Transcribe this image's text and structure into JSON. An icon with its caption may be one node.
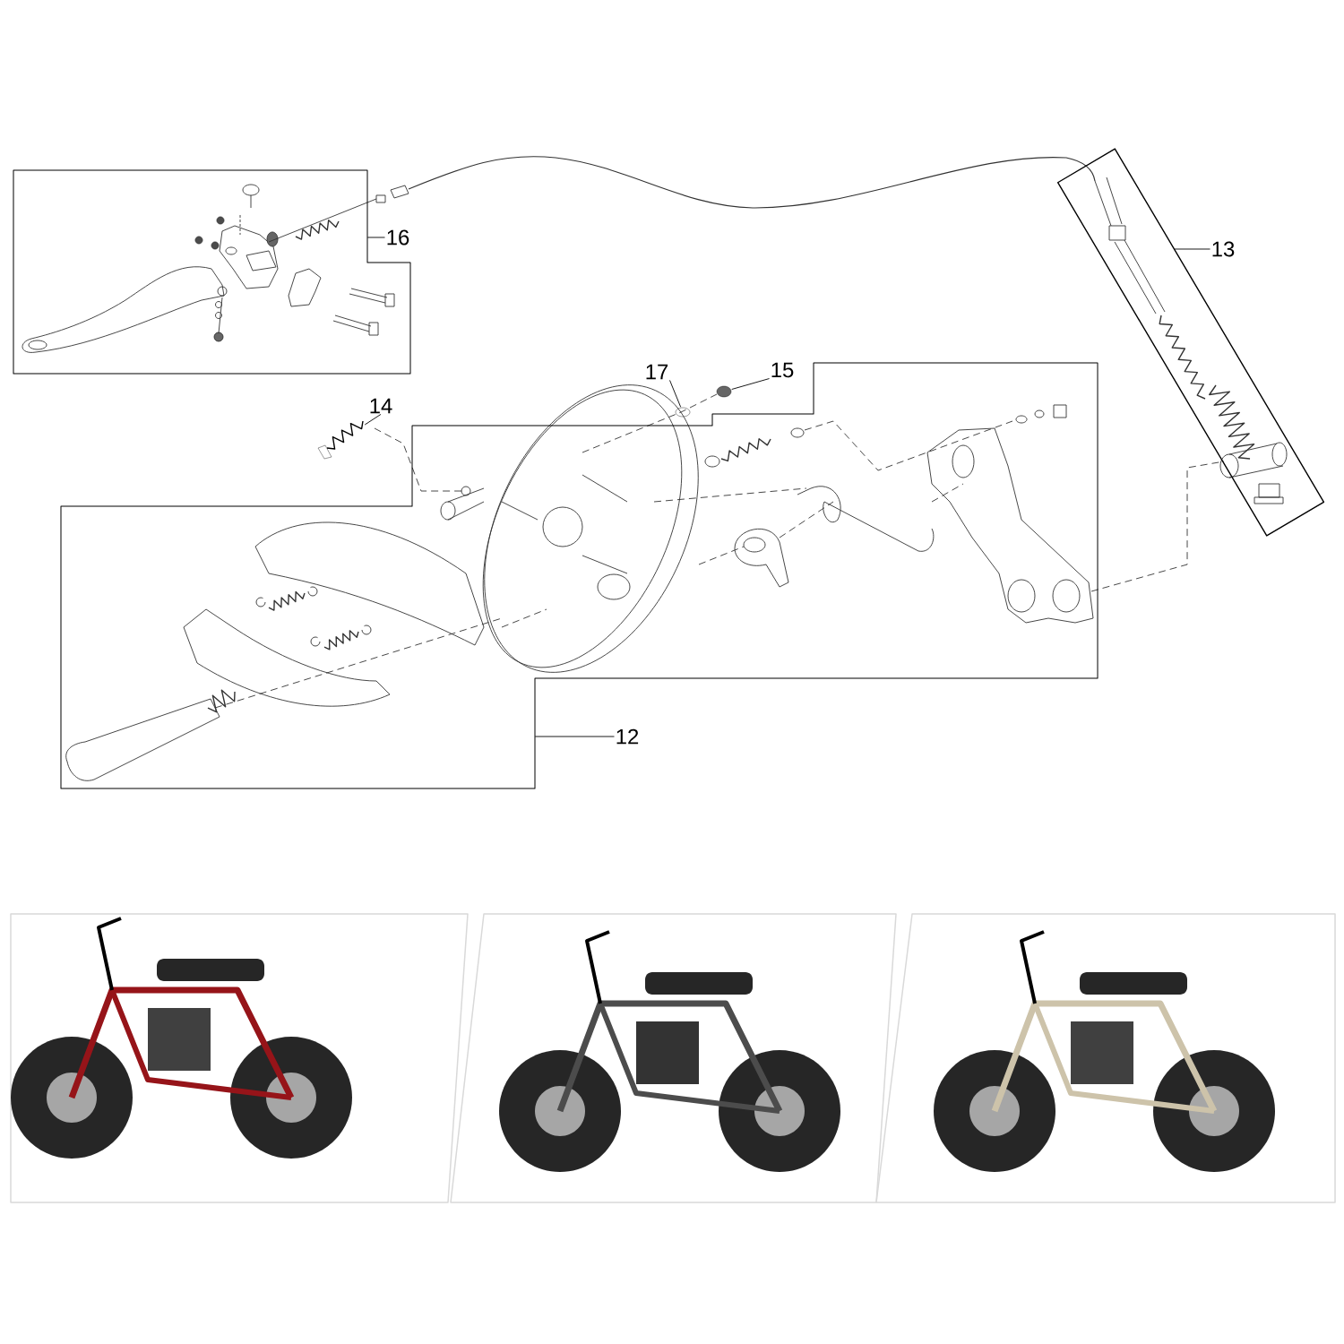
{
  "diagram": {
    "nodes": [
      {
        "text": [],
        "shape": "box"
      },
      {
        "text": [
          "16"
        ]
      },
      {
        "text": [],
        "shape": "box"
      },
      {
        "text": [
          "13"
        ]
      },
      {
        "text": [
          "17"
        ]
      },
      {
        "text": [
          "15"
        ]
      },
      {
        "text": [
          "14"
        ]
      },
      {
        "text": [],
        "shape": "box"
      },
      {
        "text": [
          "12"
        ]
      },
      {
        "text": [],
        "shape": "picture"
      },
      {
        "text": [],
        "shape": "picture"
      },
      {
        "text": [],
        "shape": "picture"
      }
    ],
    "edges": [
      {
        "from": 1,
        "to": 0,
        "arrow": "none"
      },
      {
        "from": 3,
        "to": 2,
        "arrow": "none"
      },
      {
        "from": 4,
        "to": 10,
        "arrow": "none"
      },
      {
        "from": 5,
        "to": 11,
        "arrow": "none"
      },
      {
        "from": 6,
        "to": 9,
        "arrow": "none"
      },
      {
        "from": 8,
        "to": 7,
        "arrow": "none"
      }
    ]
  }
}
